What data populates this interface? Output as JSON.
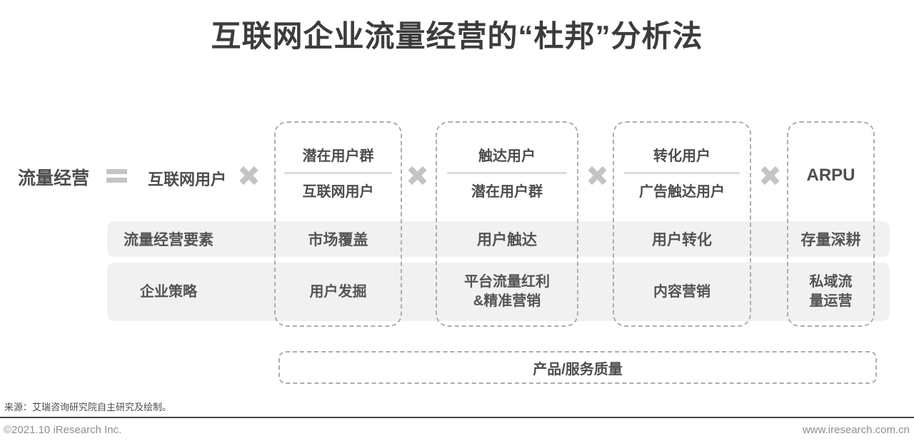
{
  "title": "互联网企业流量经营的“杜邦”分析法",
  "formula": {
    "result": "流量经营",
    "operators": {
      "equals": "=",
      "multiply": "×"
    },
    "first_term": "互联网用户",
    "fractions": [
      {
        "numerator": "潜在用户群",
        "denominator": "互联网用户"
      },
      {
        "numerator": "触达用户",
        "denominator": "潜在用户群"
      },
      {
        "numerator": "转化用户",
        "denominator": "广告触达用户"
      }
    ],
    "last_term": "ARPU"
  },
  "rows": {
    "elements": {
      "label": "流量经营要素",
      "values": [
        "市场覆盖",
        "用户触达",
        "用户转化",
        "存量深耕"
      ]
    },
    "strategy": {
      "label": "企业策略",
      "values": [
        "用户发掘",
        "平台流量红利\n&精准营销",
        "内容营销",
        "私域流\n量运营"
      ]
    }
  },
  "bottom_box": {
    "label": "产品/服务质量"
  },
  "footer": {
    "source": "来源：艾瑞咨询研究院自主研究及绘制。",
    "copyright": "©2021.10 iResearch Inc.",
    "website": "www.iresearch.com.cn"
  },
  "colors": {
    "title_text": "#3c3c3c",
    "body_text": "#4d4d4d",
    "operator_gray": "#c4c4c6",
    "band_background": "#f1f1f1",
    "dashed_border": "#adadad",
    "fraction_divider": "#dcdcdc",
    "footer_muted": "#8e8e8e"
  }
}
